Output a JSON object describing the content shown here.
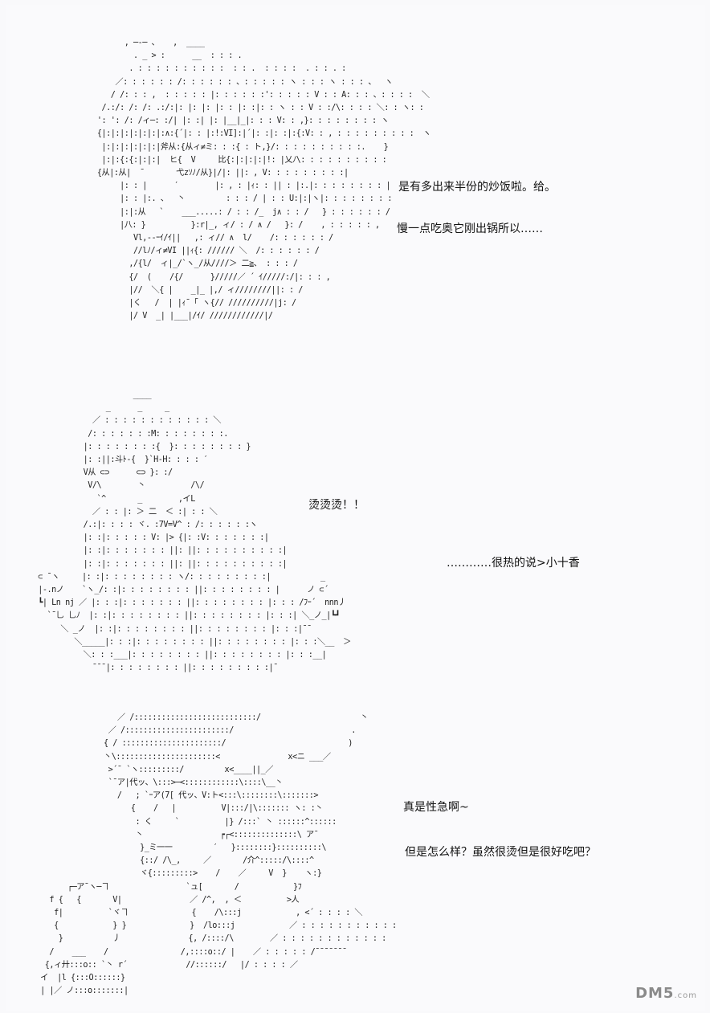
{
  "art": {
    "top": "         , ─‐─ 、   ,  ____\n           . _ > :      __  : : : .\n          . : : : : : : : : : :  : : .  : : : :  . : : . :\n       ／: : : : : : /: : : : : : 、: : : : : ヽ : : : ヽ : : : 、  ヽ\n      / /: : : ,  : : : : : |: : : : : :': : : : : V : : A: : : 、: : : :  ＼\n    /.:/: /: /: .:/:|: |: |: |: : |: :|: : ヽ : : V : :/\\: : : : ＼: : ヽ: :\n   ': ': /: /ィ─: :/| |: :| |: |__|_|: : : V: : ,}: : : : : : : : ヽ\n   {|:|:|:|:|:|:|:∧:{´|: : |:!:VI]:|´|: :|: :|:{:V: : , : : : : : : : : :  ヽ\n    |:|:|:|:|:|:|斧从:{从ィ≠ミ: : :{ : ト,}/: : : : : : : : : :.    }\n    |:|:{:{:|:|:|  ヒ{  V     比{:|:|:|:|!: |乂ﾉ\\: : : : : : : : : :\n   {从|:从|  ¯       弋zｿﾉ/从}|/|: ||: , V: : : : : : : : :|\n        |: : |      ′        |: , : |ｨ: : || : |:.|: : : : : : : : |\n        |: : |:. 、  丶         : : : / | : : U:|:|ヽ|: : : : : : : :\n        |:|:从   `    ___.....: / : : /_  j∧ : : /   } : : : : : : /\n        |八: }          }:r|_, ィ/ : / ∧ /   }: /    , : : : : : ,\n           Vl,--ｰｲ/ｲ||   ,: ィ// ∧  l/    /: : : : : : /\n           //lﾉ/ィ≠VI ||ｨ{: ////// ＼  /: : : : : : /\n          ,/{l/  ィ|_/`ヽ_/从////＞ 二≧、 : : : /\n          {/  (    /{/      }/////／ ´ ｲ/////:/|: : : ,\n          |//  ＼{ |    _|_ |,/ ィ////////||: : /\n          |く   /  | |ｨ¯「 ヽ{// //////////|j: /\n          |/ V  _| |___|/ｲ/ ////////////|/",
    "middle": "                       ____\n                 _      _     _\n              ／ : : : : : : : : : : : : ＼\n             /: : : : : : :M: : : : : : : :.\n            |: : : : : : : :{  }: : : : : : : : }\n            |: :||:斗ﾄ-{  }`H-H: : : : ′\n            V从 ⊂⊃      ⊂⊃ }: :/\n             V/\\        丶          /\\/\n               `^       _        ,イL\n              ／ : : |: ＞ 二  ＜ :| : : ＼\n            /.:|: : : : ヾ. :7V=V^ : /: : : : : :ヽ\n            |: :|: : : : : V: |> {|: :V: : : : : : :|\n            |: :|: : : : : : : ||: ||: : : : : : : : : :|\n            |: :|: : : : : : : ||: ||: : : : : : : : : :|\n  ⊂ ¯ヽ     |: :|: : : : : : : : ヽ/: : : : : : : : :|           _\n  |-.nノ    `ヽ_/: :|: : : : : : : : ||: : : : : : : : |      ノ ⊂´\n  ┗| Ln nj ／ |: : :|: : : : : : : ||: : : : : : : : |: : : /ﾌｰ´  nnn丿\n    `¯乚 乚ﾉ  |: :|: : : : : : : : ||: : : : : : : : |: : :| ＼_ノ_|┗┛\n       ＼ _ノ  |: :|: : : : : : : : ||: : : : : : : : |: : :|¯¯\n          ＼_____|: : :|: : : : : : : : ||: : : : : : : : |: : :＼__  ＞\n            ＼: : :___|: : : : : : : : ||: : : : : : : : |: : :__|\n              ¯¯¯|: : : : : : : : ||: : : : : : : : :|¯",
    "bottom": "                      ／ /:::::::::::::::::::::::::::/                      丶\n                    ／ /:::::::::::::::::::::::/                          .\n                   { / ::::::::::::::::::::::/                           )\n                   丶\\::::::::::::::::::::::<               x<ニ ___／\n                    >´¯ `ヽ:::::::::/         x<____||_／\n                    `¯ア|代ッ、\\:::>─<::::::::::::\\::::\\__丶\n                      /   ; `ｰア(7[ 代ッ、V:ト<:::\\::::::::\\:::::::>\n                         {    /   |          V|:::/|\\::::::: ヽ: :丶\n                          : く     `          |} /:::` 丶 ::::::^::::::\n                          丶                 ┍┌<::::::::::::::\\ ア¯\n                           }_ミ一一         ′   }::::::::}::::::::::\\\n                           {::/ /\\_,     ／       /介^:::::/\\::::^\n                           ヾ{:::::::::>    /    ／     V  }    ヽ:}\n           ┌─ア¯ヽ─ヿ                 `ュ[       /            }ﾌ\n       f {   {       V|               ／ /^,  , ＜          >人\n        f|          `ヾヿ              {    /\\:::j            , <´ : : : : ＼\n        {            } }              }  /lo:::j            ／ : : : : : : : : : : :\n         }           丿               {, /::::/\\        ／ : : : : : : : : : : : :\n       /    ___    /                /,::::o::/ |    ／ : : : : : /¯¯¯¯¯¯¯\n      {,ィ廾:::o:: `丶 r´             //::::::/   |/ : : : : ／\n     イ  |l {:::O::::::}\n     | |／ ノ:::o:::::::|"
  },
  "captions": {
    "c1": "是有多出来半份的炒饭啦。给。",
    "c2": "慢一点吃奥它刚出锅所以……",
    "c3": "烫烫烫！！",
    "c4": "…………很热的说>小十香",
    "c5": "真是性急啊~",
    "c6": "但是怎么样？虽然很烫但是很好吃吧？"
  },
  "watermark": {
    "brand": "DM5",
    "suffix": ".com"
  }
}
